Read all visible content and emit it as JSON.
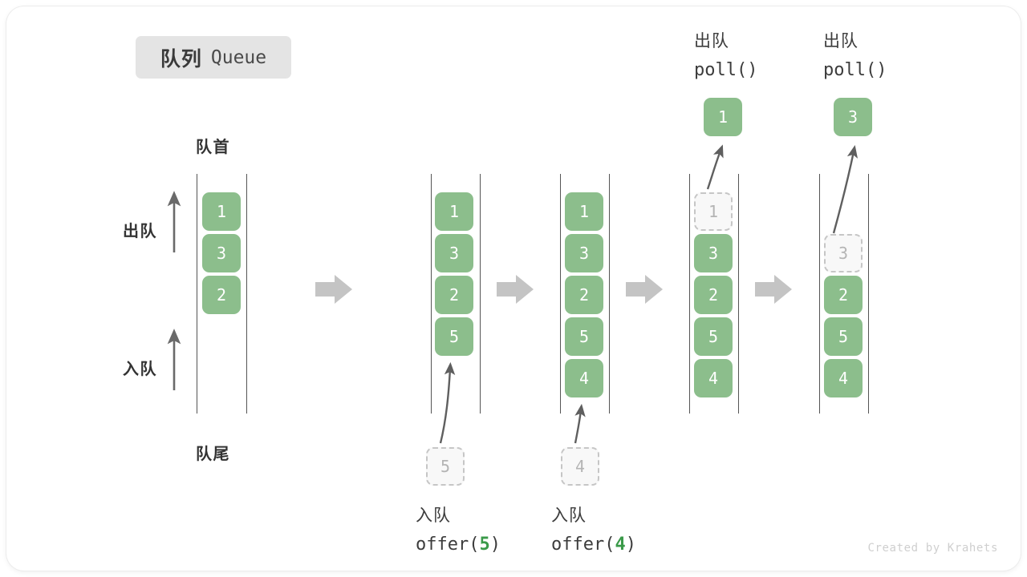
{
  "title": {
    "cn": "队列",
    "en": "Queue"
  },
  "labels": {
    "front": "队首",
    "rear": "队尾",
    "dequeue": "出队",
    "enqueue": "入队"
  },
  "watermark": "Created by Krahets",
  "colors": {
    "box_fill": "#8cbe8c",
    "box_text": "#ffffff",
    "ghost_fill": "#f8f8f8",
    "ghost_border": "#c6c6c6",
    "ghost_text": "#b4b4b4",
    "rail": "#555555",
    "chevron": "#c4c4c4",
    "arrow": "#5f5f5f",
    "accent_number": "#3a9a49",
    "badge_bg": "#e4e4e4"
  },
  "icons": {
    "step_arrow": "right-chevron-arrow-icon",
    "direction_up": "up-arrow-icon"
  },
  "steps": [
    {
      "id": "initial",
      "items": [
        "1",
        "3",
        "2"
      ],
      "ghost_index": null,
      "caption": null
    },
    {
      "id": "offer-5",
      "items": [
        "1",
        "3",
        "2",
        "5"
      ],
      "ghost_index": null,
      "incoming": "5",
      "caption_cn": "入队",
      "caption_code_prefix": "offer(",
      "caption_code_num": "5",
      "caption_code_suffix": ")"
    },
    {
      "id": "offer-4",
      "items": [
        "1",
        "3",
        "2",
        "5",
        "4"
      ],
      "ghost_index": null,
      "incoming": "4",
      "caption_cn": "入队",
      "caption_code_prefix": "offer(",
      "caption_code_num": "4",
      "caption_code_suffix": ")"
    },
    {
      "id": "poll-1",
      "items": [
        "1",
        "3",
        "2",
        "5",
        "4"
      ],
      "ghost_index": 0,
      "outgoing": "1",
      "caption_cn": "出队",
      "caption_code": "poll()"
    },
    {
      "id": "poll-3",
      "items": [
        "3",
        "2",
        "5",
        "4"
      ],
      "ghost_index": 0,
      "outgoing": "3",
      "caption_cn": "出队",
      "caption_code": "poll()"
    }
  ]
}
